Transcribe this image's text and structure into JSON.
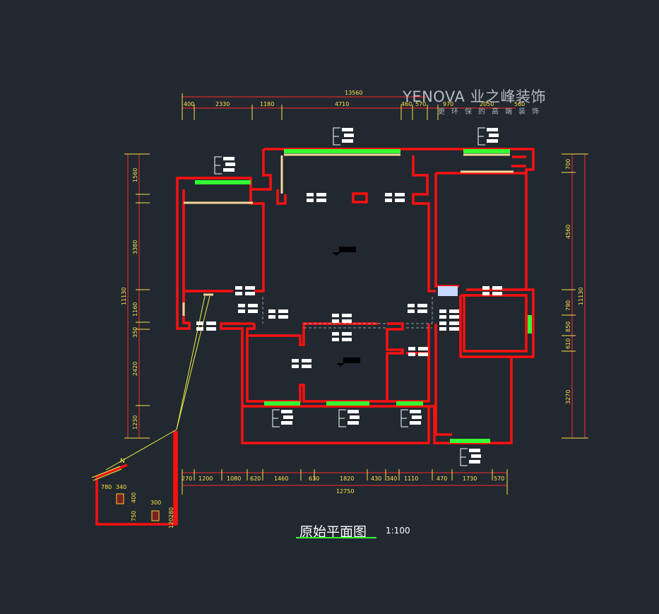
{
  "brand": {
    "name": "YENOVA 业之峰装饰",
    "slogan": "更环保的高端装饰"
  },
  "title": {
    "text": "原始平面图",
    "scale": "1:100"
  },
  "north": "N",
  "colors": {
    "background": "#212830",
    "wall": "#ff1010",
    "window": "#33ff33",
    "dimension": "#ffe14a"
  },
  "dimensions": {
    "top_total": "13560",
    "top": [
      "400",
      "2330",
      "1180",
      "4710",
      "460",
      "570",
      "970",
      "2050",
      "560"
    ],
    "bottom_total": "12750",
    "bottom": [
      "270",
      "1200",
      "1080",
      "620",
      "1460",
      "630",
      "1820",
      "430",
      "340",
      "1110",
      "470",
      "1730",
      "570"
    ],
    "left_total": "11130",
    "left": [
      "1560",
      "3380",
      "1160",
      "350",
      "2420",
      "1230"
    ],
    "right_total": "11130",
    "right": [
      "700",
      "4560",
      "790",
      "850",
      "610",
      "3270"
    ],
    "annex": [
      "780",
      "340",
      "400",
      "300",
      "750",
      "120",
      "280"
    ]
  }
}
